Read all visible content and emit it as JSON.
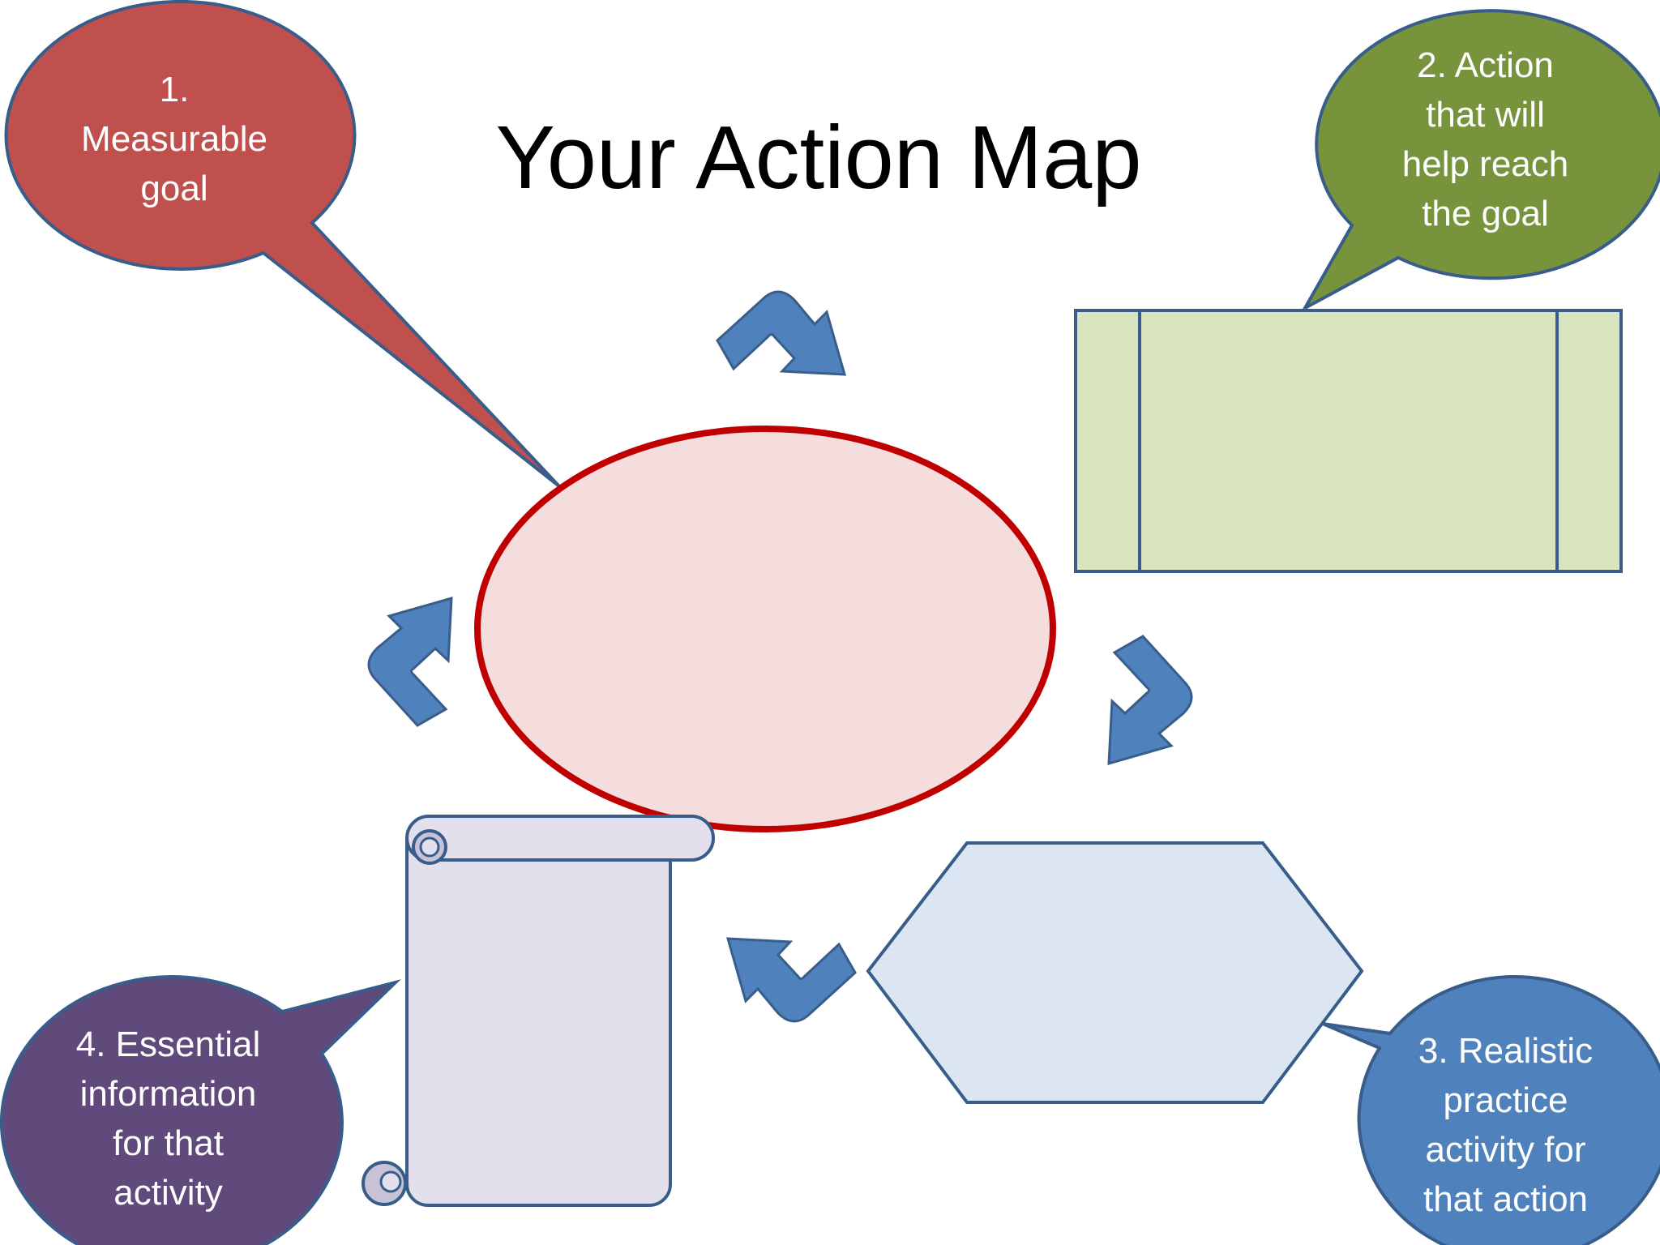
{
  "title": "Your Action Map",
  "callouts": {
    "goal": {
      "lines": [
        "1.",
        "Measurable",
        "goal"
      ],
      "color": "#c0504d"
    },
    "action": {
      "lines": [
        "2. Action",
        "that will",
        "help reach",
        "the goal"
      ],
      "color": "#77933c"
    },
    "practice": {
      "lines": [
        "3. Realistic",
        "practice",
        "activity for",
        "that action"
      ],
      "color": "#4f81bd"
    },
    "information": {
      "lines": [
        "4. Essential",
        "information",
        "for that",
        "activity"
      ],
      "color": "#604a7b"
    }
  },
  "shapes": {
    "center_ellipse": {
      "fill": "#f5dcdd",
      "stroke": "#c00000"
    },
    "action_frame": {
      "fill": "#d7e4bd",
      "stroke": "#385d8a"
    },
    "practice_hexagon": {
      "fill": "#dce6f2",
      "stroke": "#385d8a"
    },
    "info_scroll": {
      "fill": "#e4dfec",
      "stroke": "#385d8a"
    }
  },
  "arrow_color": "#4f81bd"
}
